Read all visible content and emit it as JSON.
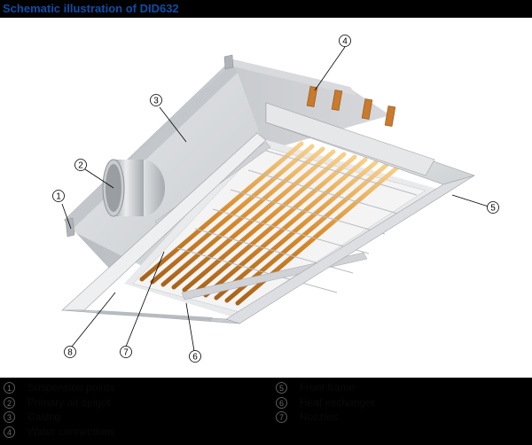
{
  "title": "Schematic illustration of DID632",
  "callouts": [
    "1",
    "2",
    "3",
    "4",
    "5",
    "6",
    "7",
    "8"
  ],
  "legend": [
    {
      "num": "1",
      "label": "Suspension points"
    },
    {
      "num": "2",
      "label": "Primary air spigot"
    },
    {
      "num": "3",
      "label": "Casing"
    },
    {
      "num": "4",
      "label": "Water connections"
    },
    {
      "num": "5",
      "label": "Front frame"
    },
    {
      "num": "6",
      "label": "Heat exchanger"
    },
    {
      "num": "7",
      "label": "Nozzles"
    }
  ]
}
